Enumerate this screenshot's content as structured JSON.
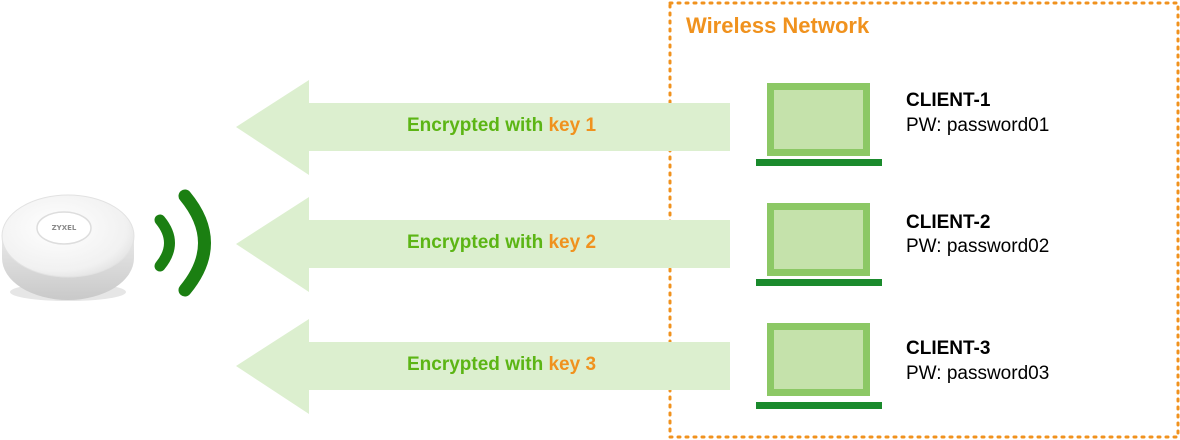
{
  "network_region": {
    "title": "Wireless Network"
  },
  "access_point": {
    "brand_label": "ZYXEL"
  },
  "links": [
    {
      "prefix": "Encrypted with ",
      "key": "key 1"
    },
    {
      "prefix": "Encrypted with ",
      "key": "key 2"
    },
    {
      "prefix": "Encrypted with ",
      "key": "key 3"
    }
  ],
  "clients": [
    {
      "name": "CLIENT-1",
      "password": "PW: password01"
    },
    {
      "name": "CLIENT-2",
      "password": "PW: password02"
    },
    {
      "name": "CLIENT-3",
      "password": "PW: password03"
    }
  ],
  "colors": {
    "region_border": "#f0921e",
    "region_title": "#f0921e",
    "arrow_fill": "#dcefcf",
    "encrypted_text": "#5cb515",
    "key_text": "#f0921e",
    "laptop_frame": "#8cc865",
    "laptop_screen": "#c5e2ab",
    "laptop_base": "#1a8a2c",
    "signal_waves": "#1b7f12",
    "client_text": "#000000"
  }
}
